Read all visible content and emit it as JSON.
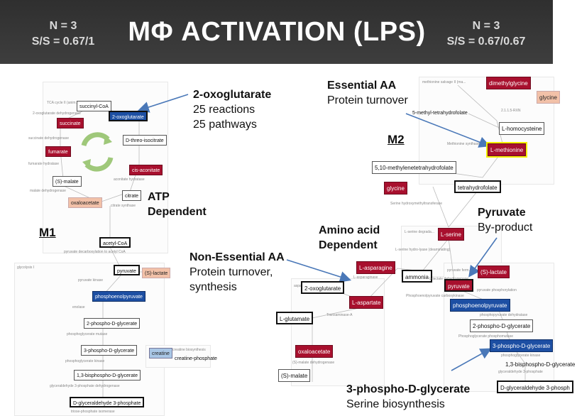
{
  "header": {
    "title": "MΦ ACTIVATION (LPS)",
    "left_stats": {
      "n": "N = 3",
      "ss": "S/S = 0.67/1"
    },
    "right_stats": {
      "n": "N = 3",
      "ss": "S/S = 0.67/0.67"
    }
  },
  "colors": {
    "header_bg": "#3a3a3a",
    "upregulated": "#a8102e",
    "downregulated": "#1d4fa3",
    "mild_up": "#f2c1a8",
    "mild_down": "#a9c7e6",
    "arrow": "#4a78b8",
    "highlight": "#f4ee00"
  },
  "module_labels": {
    "m1": "M1",
    "m2": "M2"
  },
  "annotations": {
    "oxoglutarate": {
      "title": "2-oxoglutarate",
      "line1": "25 reactions",
      "line2": "25 pathways"
    },
    "atp": {
      "line1": "ATP",
      "line2": "Dependent"
    },
    "essential": {
      "title": "Essential AA",
      "line1": "Protein turnover"
    },
    "pyruvate": {
      "title": "Pyruvate",
      "line1": "By-product"
    },
    "amino_acid": {
      "line1": "Amino acid",
      "line2": "Dependent"
    },
    "nonessential": {
      "title": "Non-Essential AA",
      "line1": "Protein turnover,",
      "line2": "synthesis"
    },
    "phosphoglycerate": {
      "title": "3-phospho-D-glycerate",
      "line1": "Serine biosynthesis"
    }
  },
  "m1_nodes": {
    "succinyl_coa": "succinyl-CoA",
    "oxoglutarate": "2-oxoglutarate",
    "succinate": "succinate",
    "threo_isocitrate": "D-threo-isocitrate",
    "fumarate": "fumarate",
    "cis_aconitate": "cis-aconitate",
    "s_malate": "(S)-malate",
    "citrate": "citrate",
    "oxaloacetate": "oxaloacetate",
    "acetyl_coa": "acetyl-CoA",
    "pyruvate": "pyruvate",
    "s_lactate": "(S)-lactate",
    "pep": "phosphoenolpyruvate",
    "phospho2": "2-phospho-D-glycerate",
    "phospho3": "3-phospho-D-glycerate",
    "bisphospho": "1,3-bisphospho-D-glycerate",
    "g3p": "D-glyceraldehyde 3-phosphate",
    "creatine": "creatine",
    "creatine_p": "creatine-phosphate"
  },
  "m1_small": {
    "tca": "TCA cycle II (anim...",
    "glycolysis": "glycolysis I",
    "creatine_path": "creatine biosynthesis",
    "pyruvate_decarb": "pyruvate decarboxylation to acetyl CoA",
    "oxoglutarate_dh": "2-oxoglutarate dehydrogenase",
    "succinate_dh": "succinate dehydrogenase",
    "malate_dh": "malate dehydrogenase",
    "citrate_synthase": "citrate synthase",
    "aconitate": "aconitate hydratase",
    "fumarate_h": "fumarate hydratase",
    "pyruvate_kinase": "pyruvate kinase",
    "enolase": "enolase",
    "pg_mutase": "phosphoglycerate mutase",
    "pg_kinase": "phosphoglycerate kinase",
    "g3p_dh": "glyceraldehyde 3-phosphate dehydrogenase",
    "triose": "triose-phosphate isomerase"
  },
  "m2_nodes": {
    "dimethylglycine": "dimethylglycine",
    "glycine_top": "glycine",
    "methyl_thf": "5-methyl-tetrahydrofolate",
    "homocysteine": "L-homocysteine",
    "methionine": "L-methionine",
    "methylene_thf": "5,10-methylenetetrahydrofolate",
    "glycine": "glycine",
    "thf": "tetrahydrofolate",
    "serine": "L-serine",
    "asparagine": "L-asparagine",
    "ammonia": "ammonia",
    "s_lactate": "(S)-lactate",
    "oxoglutarate": "2-oxoglutarate",
    "pyruvate": "pyruvate",
    "aspartate": "L-aspartate",
    "pep": "phosphoenolpyruvate",
    "glutamate": "L-glutamate",
    "phospho2": "2-phospho-D-glycerate",
    "oxaloacetate": "oxaloacetate",
    "phospho3": "3-phospho-D-glycerate",
    "bisphospho": "1,3-bisphospho-D-glycerate",
    "s_malate": "(S)-malate",
    "g3p": "D-glyceraldehyde 3-phosph"
  },
  "m2_small": {
    "met_salvage": "methionine salvage II (ma...",
    "bhmt": "2.1.1.5-RXN",
    "met_synthase": "Methionine synthase",
    "shmt": "Serine hydroxymethyltransferase",
    "serine_deg": "L-serine degrada...",
    "serine_deam": "L-serine hydro-lyase (deaminating)",
    "asparaginase": "L-asparaginase",
    "ldh": "L-lactate dehydrogenase",
    "aspartate_path": "aspartate...",
    "transaminase": "Transaminase-A",
    "pyruvate_ferm": "pyruvate ferm...",
    "pep_carboxykinase": "Phosphoenolpyruvate carboxykinase",
    "pyruvate_phos": "pyruvate phosphorylation",
    "pep_dehyd": "phosphopyruvate dehydratase",
    "pg_mutase": "Phosphoglycerate phosphomutase",
    "pg_kinase": "phosphoglycerate kinase",
    "g3p_dh": "glyceraldehyde 3-phosphate",
    "malate_dh": "(S)-malate dehydrogenase"
  }
}
